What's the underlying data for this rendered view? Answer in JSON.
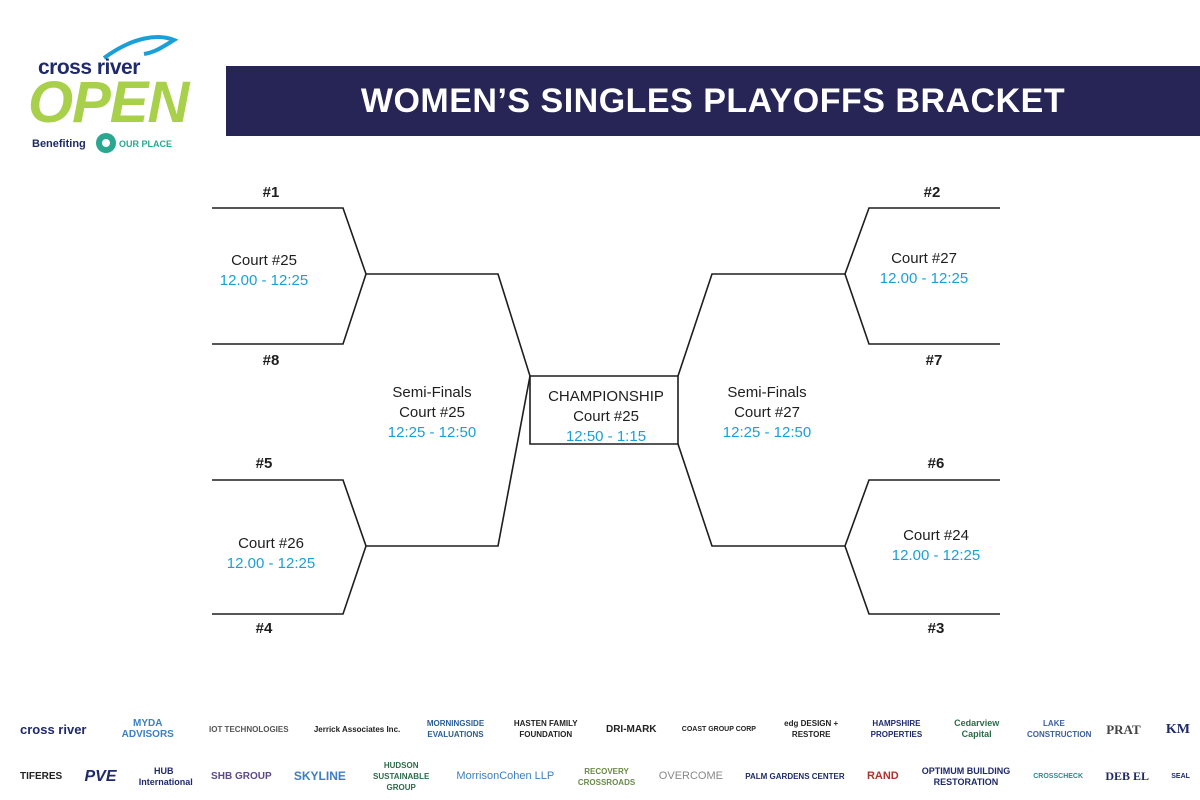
{
  "logo": {
    "line1": "cross river",
    "line2": "OPEN",
    "line3": "Benefiting",
    "line4": "OUR PLACE"
  },
  "title": "WOMEN’S SINGLES PLAYOFFS BRACKET",
  "bracket": {
    "seeds": {
      "s1": "#1",
      "s8": "#8",
      "s5": "#5",
      "s4": "#4",
      "s2": "#2",
      "s7": "#7",
      "s6": "#6",
      "s3": "#3"
    },
    "qf_top_left": {
      "court": "Court #25",
      "time": "12.00 - 12:25"
    },
    "qf_bottom_left": {
      "court": "Court #26",
      "time": "12.00 - 12:25"
    },
    "qf_top_right": {
      "court": "Court #27",
      "time": "12.00 - 12:25"
    },
    "qf_bottom_right": {
      "court": "Court #24",
      "time": "12.00 - 12:25"
    },
    "sf_left": {
      "title": "Semi-Finals",
      "court": "Court #25",
      "time": "12:25 - 12:50"
    },
    "sf_right": {
      "title": "Semi-Finals",
      "court": "Court #27",
      "time": "12:25 - 12:50"
    },
    "final": {
      "title": "CHAMPIONSHIP",
      "court": "Court #25",
      "time": "12:50 - 1:15"
    }
  },
  "sponsors_row1": [
    "cross river",
    "MYDA ADVISORS",
    "IOT TECHNOLOGIES",
    "Jerrick Associates Inc.",
    "MORNINGSIDE EVALUATIONS",
    "HASTEN FAMILY FOUNDATION",
    "DRI-MARK",
    "COAST GROUP CORP",
    "edg DESIGN + RESTORE",
    "HAMPSHIRE PROPERTIES",
    "Cedarview Capital",
    "LAKE CONSTRUCTION",
    "PRAT",
    "KM"
  ],
  "sponsors_row2": [
    "TIFERES",
    "PVE",
    "HUB International",
    "SHB GROUP",
    "SKYLINE",
    "HUDSON SUSTAINABLE GROUP",
    "MorrisonCohen LLP",
    "RECOVERY CROSSROADS",
    "OVERCOME",
    "PALM GARDENS CENTER",
    "RAND",
    "OPTIMUM BUILDING RESTORATION",
    "CROSSCHECK",
    "DEB EL",
    "SEAL"
  ],
  "colors": {
    "banner": "#262555",
    "time": "#1aa0d8",
    "logo_green": "#a8d04a",
    "logo_navy": "#1f2a6b"
  }
}
